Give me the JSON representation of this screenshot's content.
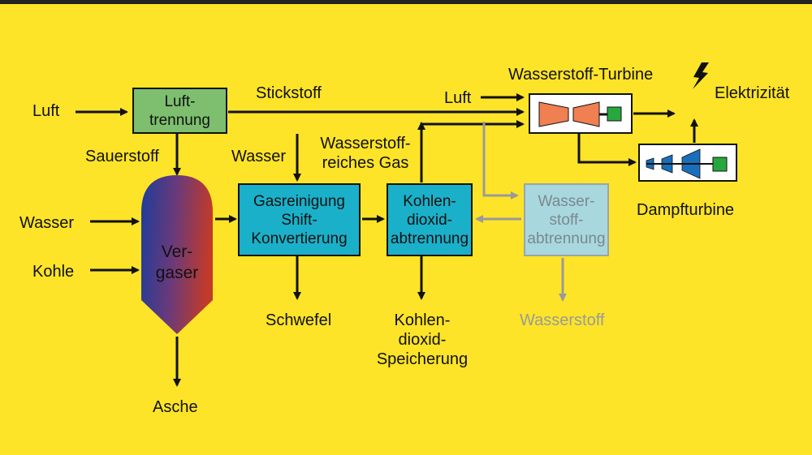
{
  "labels": {
    "luft_in": "Luft",
    "stickstoff": "Stickstoff",
    "luft_turbine": "Luft",
    "sauerstoff": "Sauerstoff",
    "wasser_top": "Wasser",
    "wasserstoffreiches_gas": "Wasserstoff-\nreiches Gas",
    "wasser_left": "Wasser",
    "kohle": "Kohle",
    "schwefel": "Schwefel",
    "kohlendioxid_speicherung": "Kohlen-\ndioxid-\nSpeicherung",
    "wasserstoff_out": "Wasserstoff",
    "asche": "Asche",
    "wasserstoff_turbine": "Wasserstoff-Turbine",
    "elektrizitaet": "Elektrizität",
    "dampfturbine": "Dampfturbine"
  },
  "boxes": {
    "lufttrennung": "Luft-\ntrennung",
    "vergaser": "Ver-\ngaser",
    "gasreinigung": "Gasreinigung\nShift-\nKonvertierung",
    "kohlendioxidabtrennung": "Kohlen-\ndioxid-\nabtrennung",
    "wasserstoffabtrennung": "Wasser-\nstoff-\nabtrennung"
  },
  "colors": {
    "background": "#fde428",
    "lufttrennung": "#7dbf6e",
    "cyan_box": "#1bb0c9",
    "gray_box": "#a8d8de",
    "turbine_compressor": "#f07f52",
    "generator": "#27a83f",
    "steam_turbine": "#1a6fbb",
    "vergaser_top": "#b23b3a",
    "vergaser_bottom_left": "#1e3c9a",
    "arrow": "#111111",
    "arrow_gray": "#9a9a9a"
  },
  "icons": [
    "lightning-icon"
  ]
}
